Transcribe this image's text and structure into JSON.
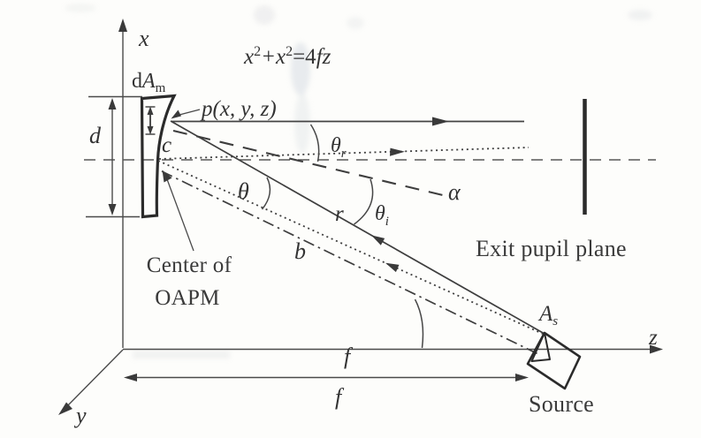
{
  "figure": {
    "type": "optical-schematic-diagram",
    "colors": {
      "ink": "#333333",
      "line": "#434343",
      "heavy_line": "#2b2b2b",
      "background": "#fdfdfb",
      "smudge": "#b9c2cf"
    },
    "equation": {
      "p1": "x",
      "s1": "2",
      "p2": "+x",
      "s2": "2",
      "p3": "=4",
      "p4": "fz"
    },
    "axes": {
      "x_label": "x",
      "y_label": "y",
      "z_label": "z"
    },
    "mirror": {
      "area_element_prefix": "d",
      "area_element_symbol": "A",
      "area_element_sub": "m",
      "point_label": "p(x, y, z)",
      "center_label": "c",
      "diameter_label": "d",
      "caption_line1": "Center of",
      "caption_line2": "OAPM"
    },
    "rays": {
      "r_label": "r",
      "b_label": "b",
      "alpha_label": "α",
      "theta_label": "θ",
      "theta_r_base": "θ",
      "theta_r_sub": "r",
      "theta_i_base": "θ",
      "theta_i_sub": "i"
    },
    "exit_pupil": {
      "label": "Exit pupil plane"
    },
    "source": {
      "label": "Source",
      "area_base": "A",
      "area_sub": "s"
    },
    "focal": {
      "f_upper": "f",
      "f_lower": "f"
    }
  }
}
